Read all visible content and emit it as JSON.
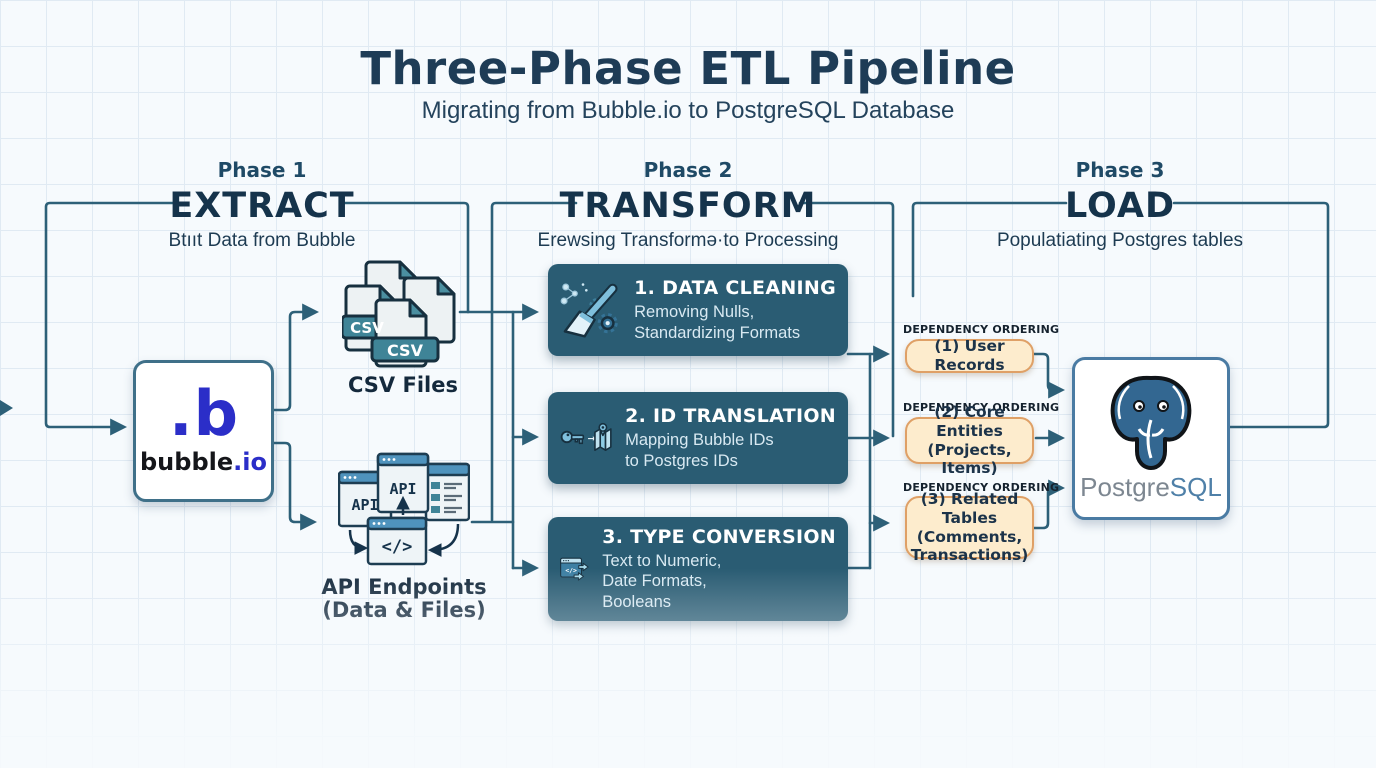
{
  "title": {
    "main": "Three-Phase ETL Pipeline",
    "subtitle": "Migrating from Bubble.io to PostgreSQL Database"
  },
  "phases": [
    {
      "label": "Phase 1",
      "name": "EXTRACT",
      "subtitle": "Btııt Data from Bubble"
    },
    {
      "label": "Phase 2",
      "name": "TRANSFORM",
      "subtitle": "Erewsing Transformə·to Processing"
    },
    {
      "label": "Phase 3",
      "name": "LOAD",
      "subtitle": "Populatiating Postgres tables"
    }
  ],
  "source": {
    "logo_dot": ".",
    "logo_letter": "b",
    "name": "bubble",
    "domain": ".io"
  },
  "outputs": {
    "csv": {
      "badge": "CSV",
      "label": "CSV Files"
    },
    "api": {
      "window1": "API",
      "window2": "API",
      "label_line1": "API Endpoints",
      "label_line2": "(Data & Files)"
    }
  },
  "transform_steps": [
    {
      "title": "1. DATA CLEANING",
      "desc1": "Removing Nulls,",
      "desc2": "Standardizing Formats",
      "desc3": ""
    },
    {
      "title": "2. ID TRANSLATION",
      "desc1": "Mapping Bubble IDs",
      "desc2": "to Postgres IDs",
      "desc3": ""
    },
    {
      "title": "3. TYPE CONVERSION",
      "desc1": "Text to Numeric,",
      "desc2": "Date Formats,",
      "desc3": "Booleans"
    }
  ],
  "dependency": {
    "label": "DEPENDENCY ORDERING",
    "badges": [
      {
        "line1": "(1) User Records",
        "line2": "",
        "line3": ""
      },
      {
        "line1": "(2) Core Entities",
        "line2": "(Projects, Items)",
        "line3": ""
      },
      {
        "line1": "(3) Related Tables",
        "line2": "(Comments,",
        "line3": "Transactions)"
      }
    ]
  },
  "target": {
    "name_gray": "Postgre",
    "name_blue": "SQL"
  },
  "glyphs": {
    "code": "</>",
    "arrow_right": "→"
  },
  "colors": {
    "connector": "#2d6078",
    "panel": "#2a5c73",
    "badge_bg": "#fdeccd",
    "badge_border": "#dfa066",
    "bubble_blue": "#2b2ec8",
    "postgres_blue": "#336791",
    "navy": "#16334b"
  }
}
